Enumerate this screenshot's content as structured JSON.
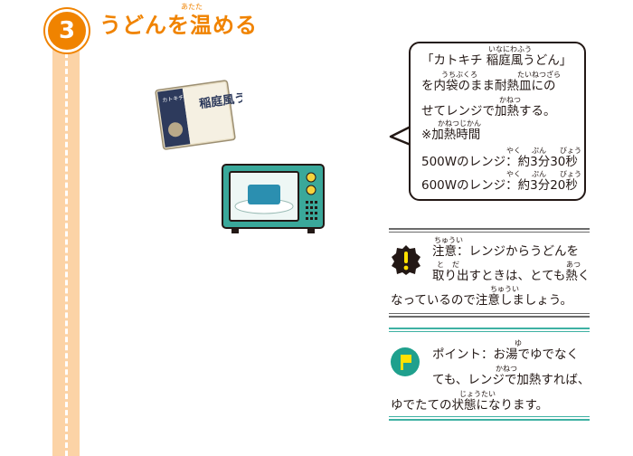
{
  "step": {
    "number": "3",
    "title": "うどんを温める",
    "title_ruby": "あたた"
  },
  "bubble": {
    "line1": "「カトキチ 稲庭風うどん」",
    "line1_ruby": "いなにわふう",
    "line2": "を内袋のまま耐熱皿にの",
    "line2_ruby_a": "うちぶくろ",
    "line2_ruby_b": "たいねつざら",
    "line3": "せてレンジで加熱する。",
    "line3_ruby": "かねつ",
    "line4": "※加熱時間",
    "line4_ruby": "かねつじかん",
    "line5": "500Wのレンジ：約3分30秒",
    "line6": "600Wのレンジ：約3分20秒",
    "time_ruby_yaku": "やく",
    "time_ruby_fun": "ぷん",
    "time_ruby_byou": "びょう"
  },
  "package": {
    "brand_text": "カトキチ",
    "product_text": "稲庭風うどん"
  },
  "caution": {
    "line1": "注意：レンジからうどんを",
    "line1_ruby": "ちゅうい",
    "line2": "取り出すときは、とても熱く",
    "line2_ruby_a": "と",
    "line2_ruby_b": "だ",
    "line2_ruby_c": "あつ",
    "line3": "なっているので注意しましょう。",
    "line3_ruby": "ちゅうい",
    "icon": "exclamation-icon",
    "rule_color": "#6b6b6b"
  },
  "point": {
    "line1": "ポイント：お湯でゆでなく",
    "line1_ruby": "ゆ",
    "line2": "ても、レンジで加熱すれば、",
    "line2_ruby": "かねつ",
    "line3": "ゆでたての状態になります。",
    "line3_ruby": "じょうたい",
    "icon": "flag-icon",
    "rule_color": "#3eb1a3"
  },
  "colors": {
    "accent": "#f08300",
    "track": "#fcd3a6",
    "microwave": "#3aa89a",
    "point_badge": "#1fa08d",
    "flag": "#ffe100"
  }
}
